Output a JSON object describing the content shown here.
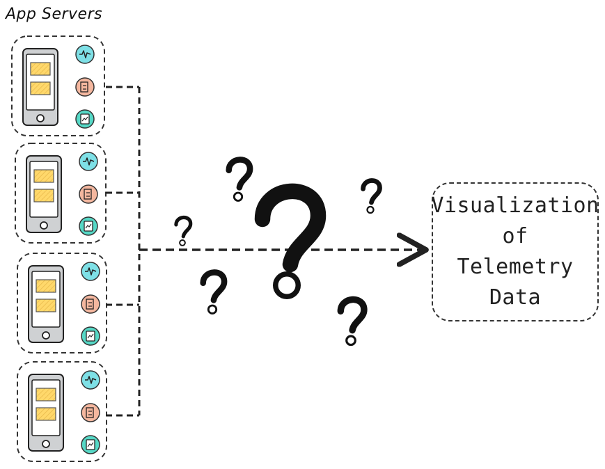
{
  "header": {
    "title": "App Servers"
  },
  "servers": [
    {
      "name": "server-1"
    },
    {
      "name": "server-2"
    },
    {
      "name": "server-3"
    },
    {
      "name": "server-4"
    }
  ],
  "telemetry_icons": [
    {
      "name": "metrics-icon",
      "color": "#7ee0e6"
    },
    {
      "name": "logs-icon",
      "color": "#f4b79f"
    },
    {
      "name": "traces-icon",
      "color": "#56d8c6"
    }
  ],
  "destination": {
    "lines": [
      "Visualization",
      "of",
      "Telemetry",
      "Data"
    ]
  },
  "colors": {
    "phone_body": "#cfd1d3",
    "phone_screen": "#ffffff",
    "block_fill": "#ffd86b",
    "outline": "#222222"
  }
}
